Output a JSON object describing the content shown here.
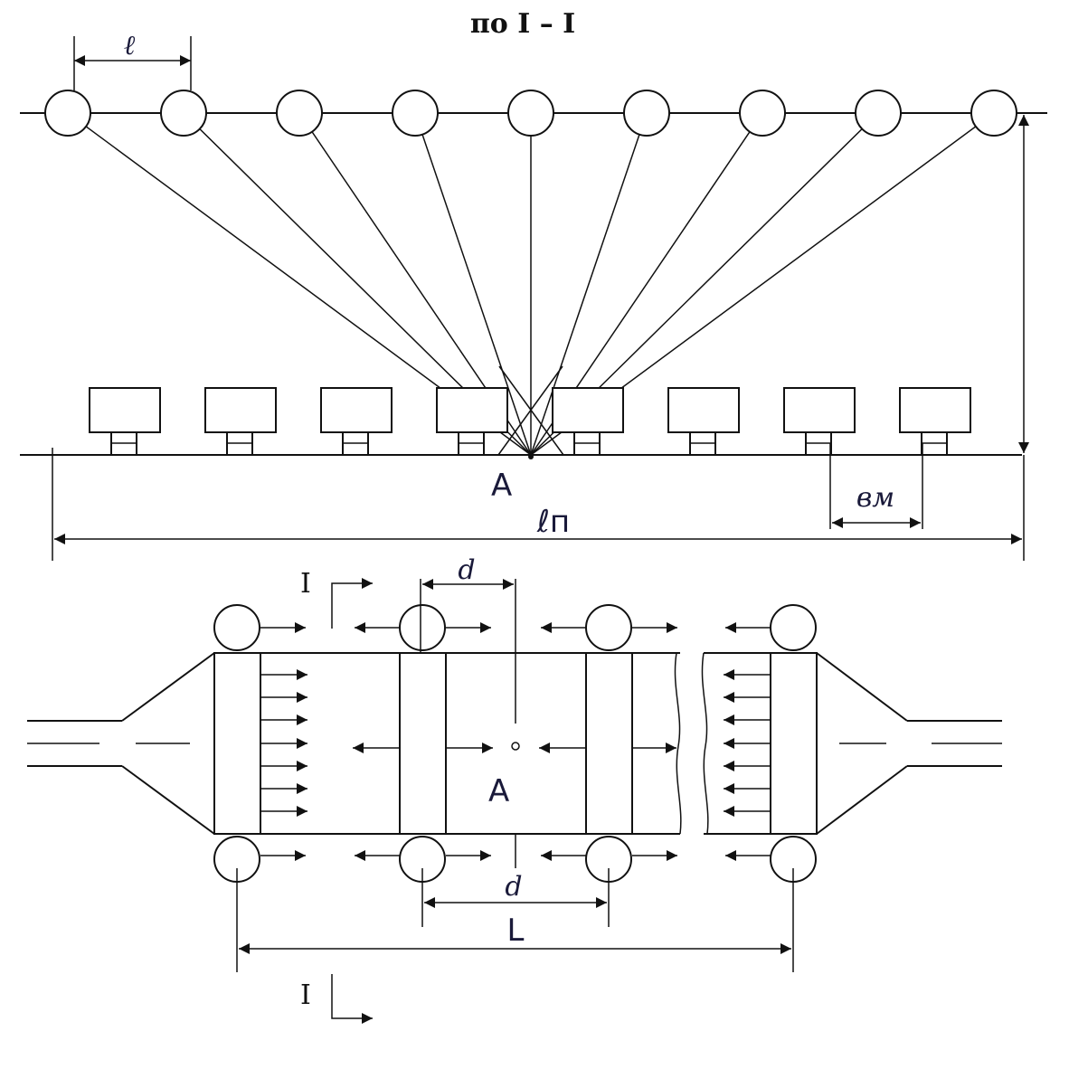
{
  "title": "по I – I",
  "labels": {
    "pole_spacing": "ℓ",
    "point_a_top": "A",
    "span_length": "ℓп",
    "mast_spacing": "вм",
    "section_mark_top": "I",
    "section_mark_bottom": "I",
    "offset_top": "d",
    "point_a_plan": "A",
    "offset_bottom": "d",
    "length": "L"
  },
  "elevation": {
    "luminaire_count": 9,
    "base_unit_count": 8
  },
  "plan": {
    "top_pole_count": 4,
    "bottom_pole_count": 4
  }
}
